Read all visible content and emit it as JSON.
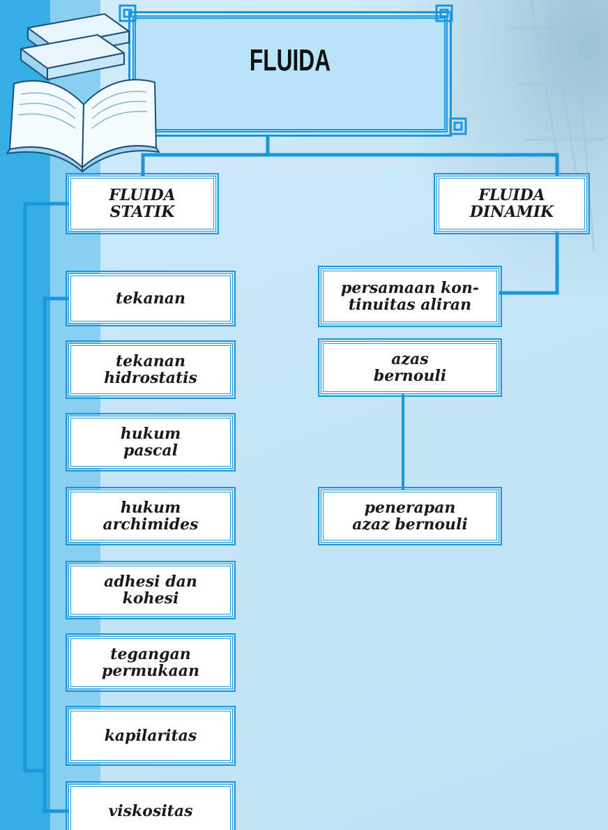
{
  "title": "FLUIDA",
  "branches": {
    "statik": {
      "line1": "FLUIDA",
      "line2": "STATIK"
    },
    "dinamik": {
      "line1": "FLUIDA",
      "line2": "DINAMIK"
    }
  },
  "statik_items": [
    [
      "tekanan"
    ],
    [
      "tekanan",
      "hidrostatis"
    ],
    [
      "hukum",
      "pascal"
    ],
    [
      "hukum",
      "archimides"
    ],
    [
      "adhesi dan",
      "kohesi"
    ],
    [
      "tegangan",
      "permukaan"
    ],
    [
      "kapilaritas"
    ],
    [
      "viskositas"
    ]
  ],
  "dinamik_items": [
    [
      "persamaan kon-",
      "tinuitas aliran"
    ],
    [
      "azas",
      "bernouli"
    ],
    [
      "penerapan",
      "azaz bernouli"
    ]
  ],
  "colors": {
    "line": "#1b96d8",
    "band_dark": "#35aee6",
    "band_light": "#88cff1",
    "background": "#c6e6f8"
  },
  "icons": [
    "books-icon",
    "open-book-icon"
  ]
}
